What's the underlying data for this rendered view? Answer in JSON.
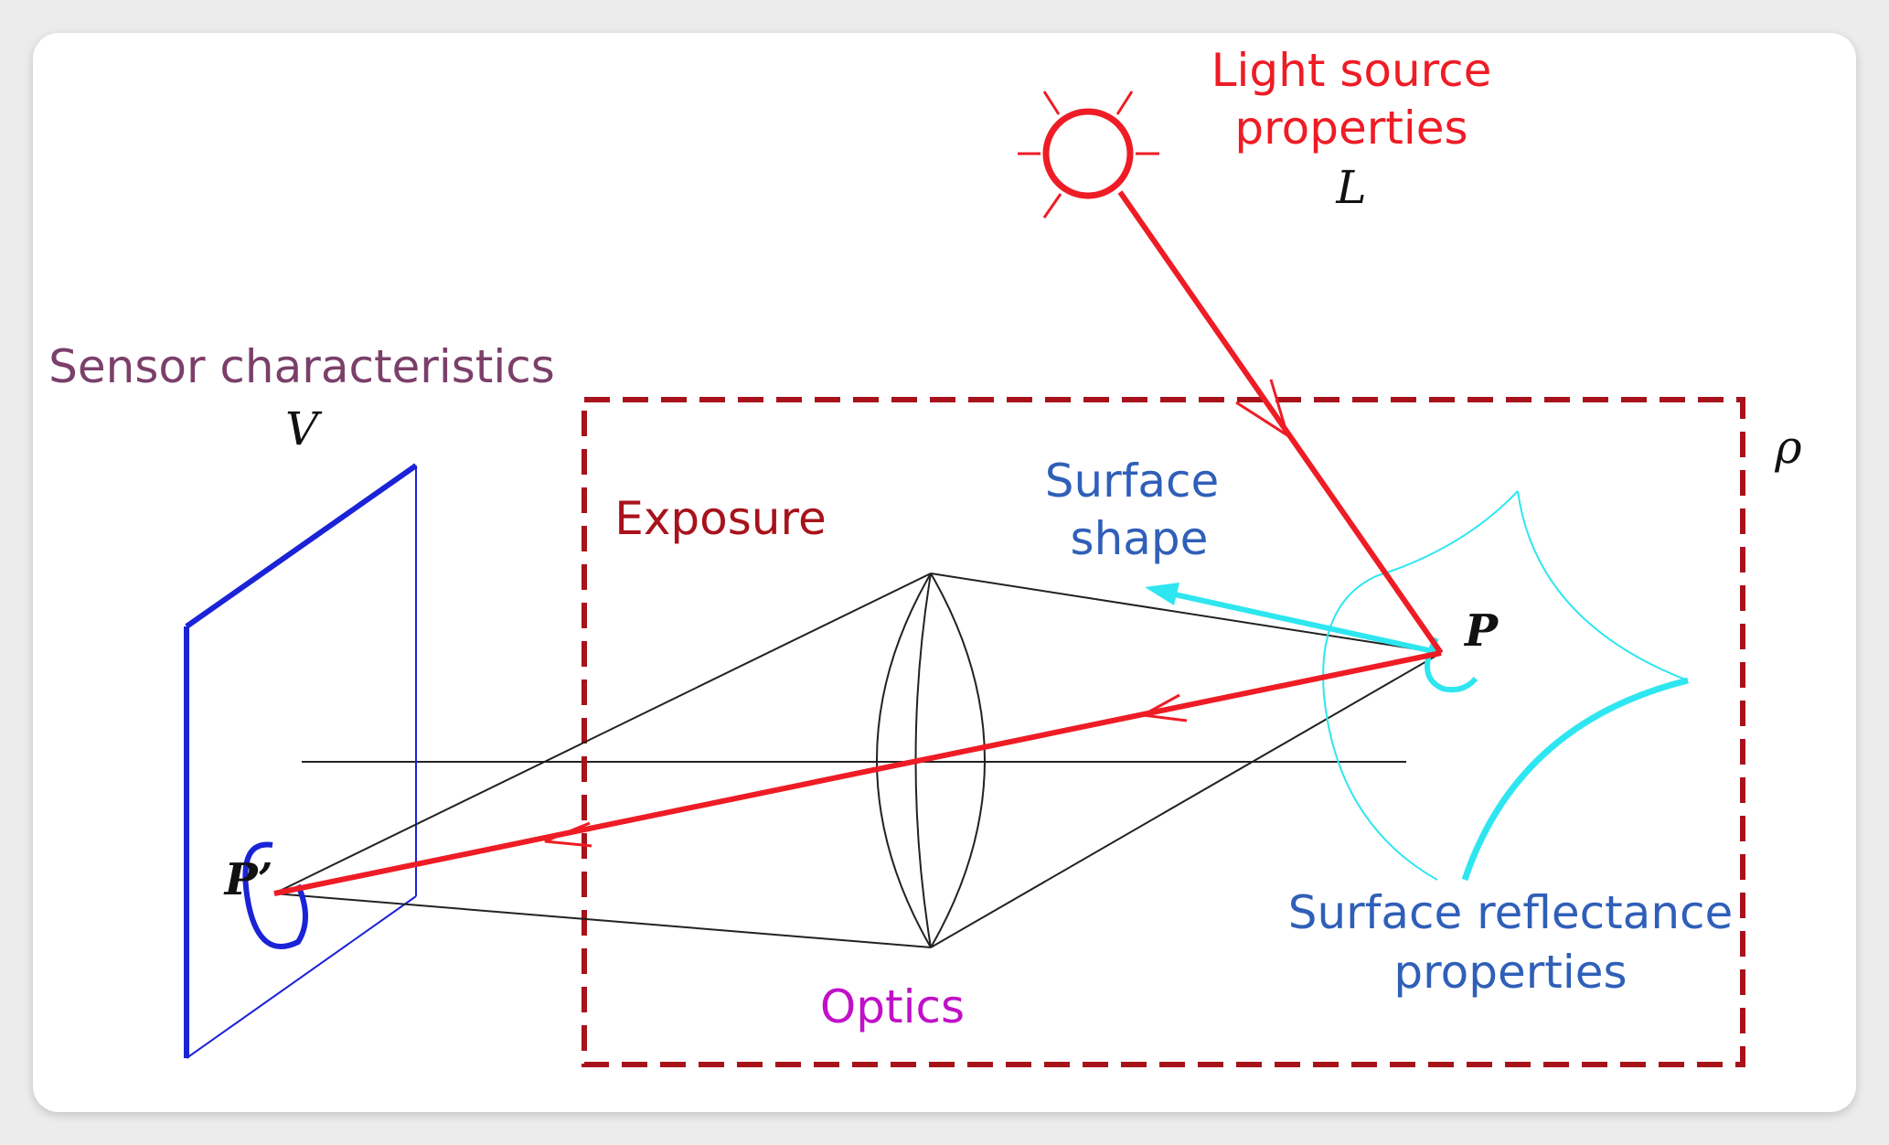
{
  "labels": {
    "light_source": "Light source",
    "light_properties": "properties",
    "light_symbol": "L",
    "sensor": "Sensor characteristics",
    "sensor_symbol": "V",
    "exposure": "Exposure",
    "surface_shape_1": "Surface",
    "surface_shape_2": "shape",
    "rho_symbol": "ρ",
    "point_p": "P",
    "point_p_prime": "P’",
    "optics": "Optics",
    "reflectance_1": "Surface reflectance",
    "reflectance_2": "properties"
  },
  "colors": {
    "light": "#ee1c25",
    "sensor_label": "#7b3f6a",
    "sensor_plane": "#1a23d6",
    "exposure": "#a8121b",
    "surface": "#2f5fb8",
    "surface_curve": "#2ee6f0",
    "optics": "#c010c8",
    "lines": "#222222"
  },
  "icons": [
    "sun-icon"
  ]
}
